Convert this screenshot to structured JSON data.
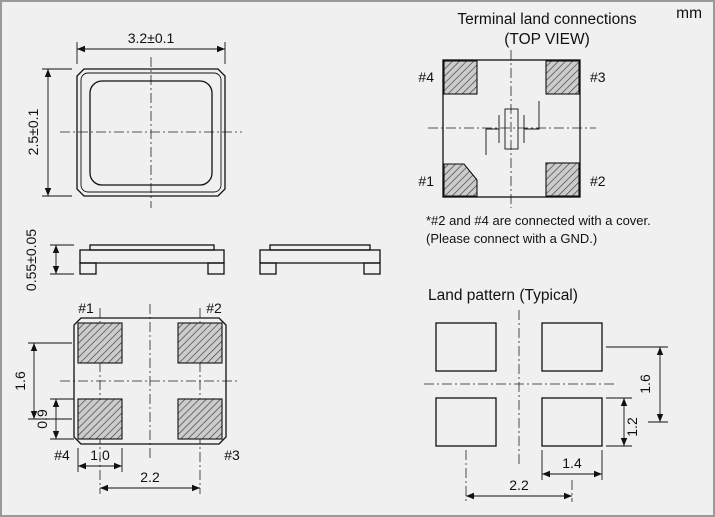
{
  "units_label": "mm",
  "top_view": {
    "dim_width": "3.2±0.1",
    "dim_height": "2.5±0.1"
  },
  "side_view": {
    "dim_height": "0.55±0.05"
  },
  "bottom_view": {
    "pad1": "#1",
    "pad2": "#2",
    "pad3": "#3",
    "pad4": "#4",
    "dim_row_pitch": "1.6",
    "dim_pad_height": "0.9",
    "dim_pad_width": "1.0",
    "dim_col_pitch": "2.2"
  },
  "terminal_land": {
    "title": "Terminal land connections",
    "subtitle": "(TOP VIEW)",
    "pad1": "#1",
    "pad2": "#2",
    "pad3": "#3",
    "pad4": "#4",
    "note1": "*#2 and #4 are connected with a cover.",
    "note2": "(Please connect with a GND.)"
  },
  "land_pattern": {
    "title": "Land pattern (Typical)",
    "dim_row_pitch": "1.6",
    "dim_pad_height": "1.2",
    "dim_pad_width": "1.4",
    "dim_col_pitch": "2.2"
  }
}
